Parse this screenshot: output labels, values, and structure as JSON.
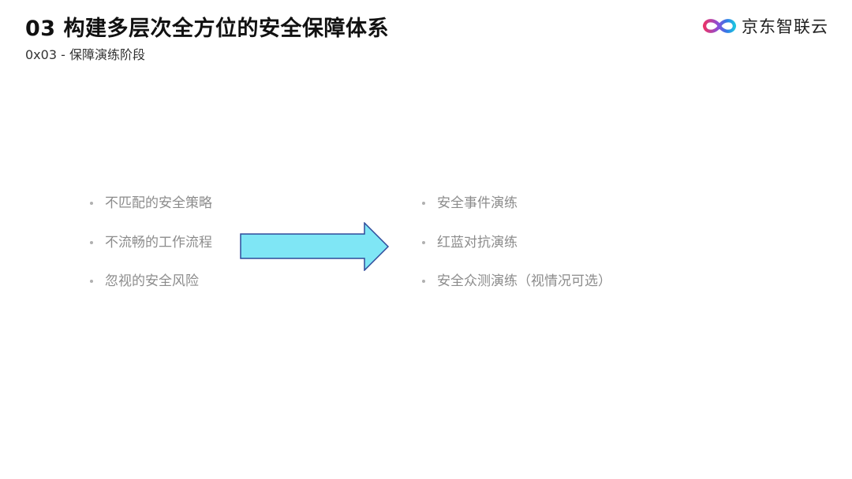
{
  "slide": {
    "title": "03 构建多层次全方位的安全保障体系",
    "subtitle": "0x03 - 保障演练阶段"
  },
  "brand": {
    "name": "京东智联云",
    "logo_icon": "infinity-cloud-logo-icon",
    "logo_colors": [
      "#e8346a",
      "#8a4fd8",
      "#2f7be6",
      "#1fc4e0"
    ]
  },
  "left_list": {
    "items": [
      "不匹配的安全策略",
      "不流畅的工作流程",
      "忽视的安全风险"
    ]
  },
  "right_list": {
    "items": [
      "安全事件演练",
      "红蓝对抗演练",
      "安全众测演练（视情况可选）"
    ]
  },
  "arrow": {
    "icon": "right-arrow-icon",
    "fill_color": "#7fe6f5",
    "stroke_color": "#2e4a9a"
  }
}
